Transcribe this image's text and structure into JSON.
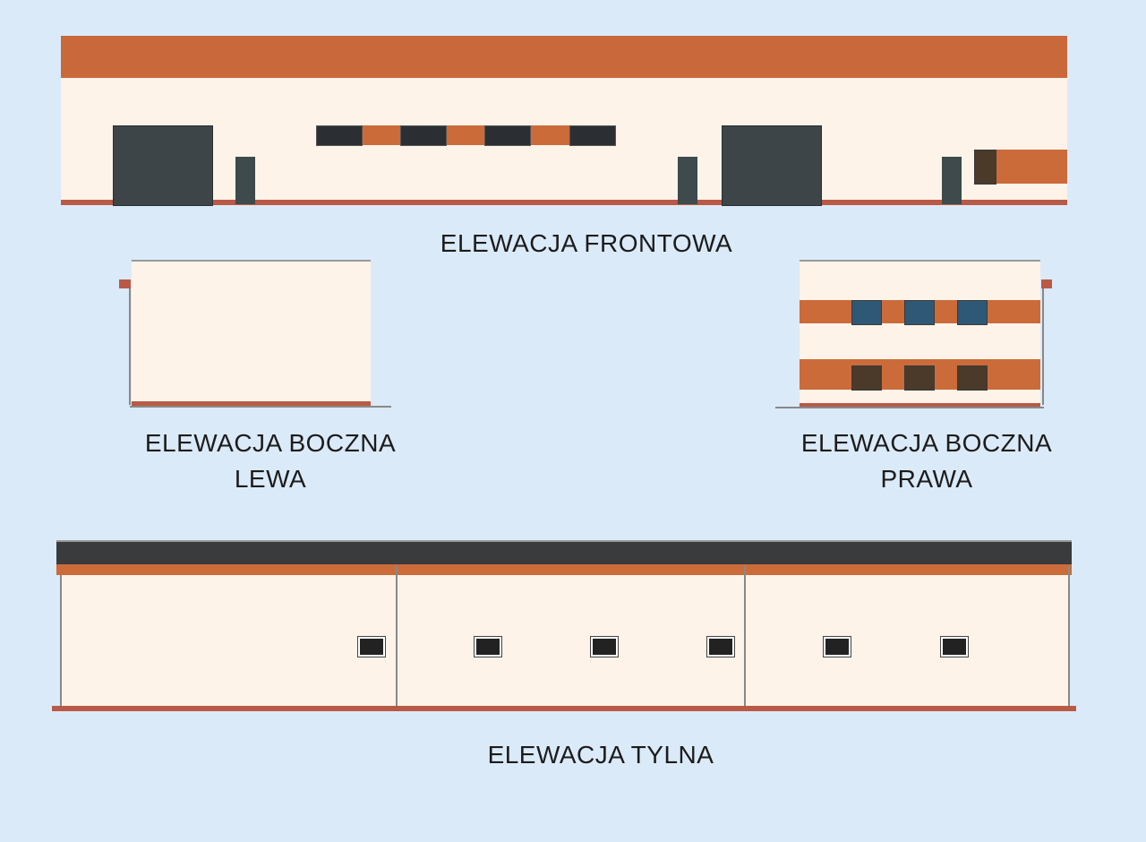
{
  "labels": {
    "front": "ELEWACJA FRONTOWA",
    "left_line1": "ELEWACJA BOCZNA",
    "left_line2": "LEWA",
    "right_line1": "ELEWACJA BOCZNA",
    "right_line2": "PRAWA",
    "rear": "ELEWACJA TYLNA"
  },
  "colors": {
    "background": "#dbeaf8",
    "cladding": "#c9693b",
    "plaster": "#fdf3e9",
    "doors": "#3e4549"
  }
}
